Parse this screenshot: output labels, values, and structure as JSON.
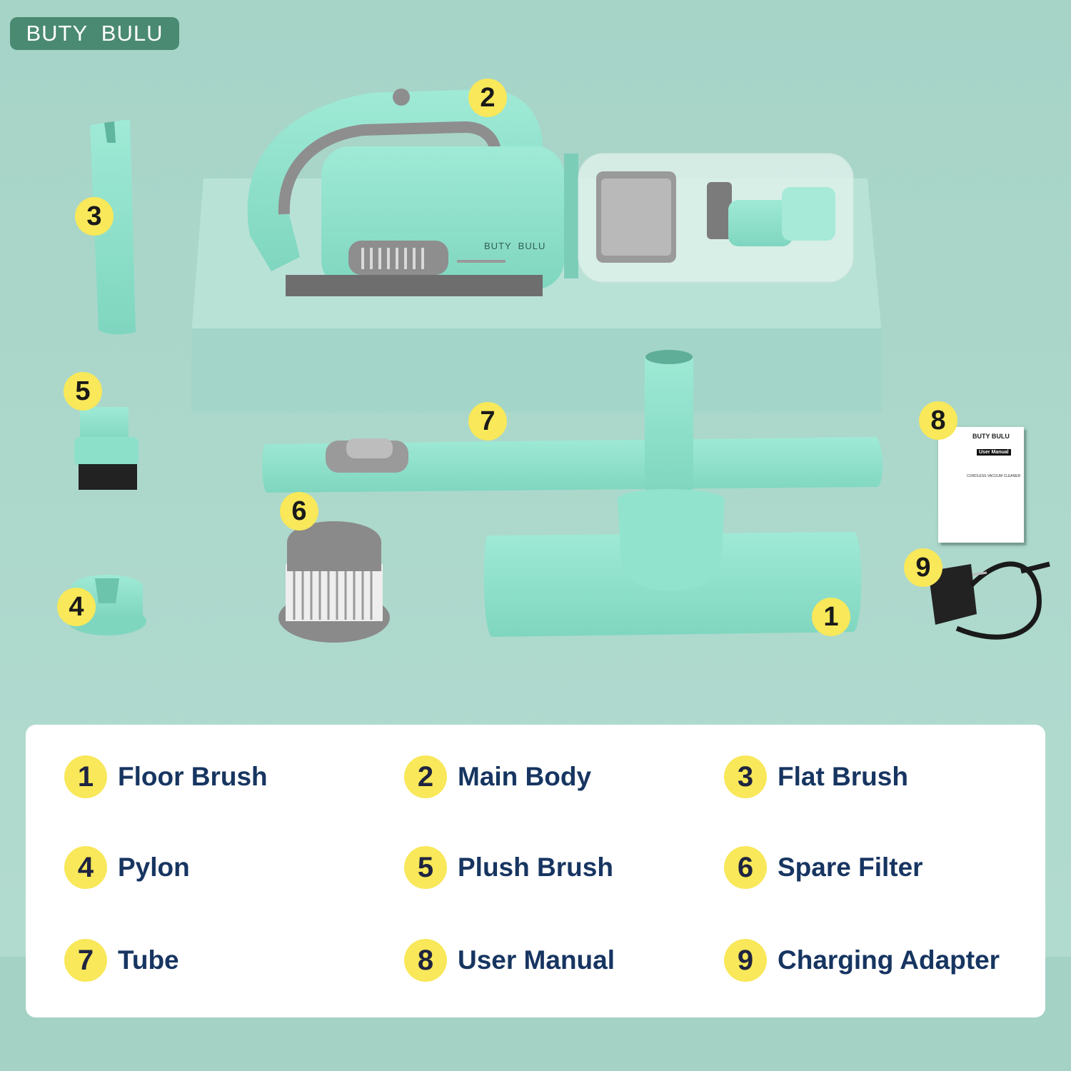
{
  "brand": "BUTY  BULU",
  "body_brand": "BUTY  BULU",
  "manual": {
    "brand": "BUTY BULU",
    "title": "User Manual",
    "subtitle": "CORDLESS VACUUM CLEANER"
  },
  "callouts": [
    "1",
    "2",
    "3",
    "4",
    "5",
    "6",
    "7",
    "8",
    "9"
  ],
  "legend": [
    {
      "num": "1",
      "label": "Floor Brush"
    },
    {
      "num": "2",
      "label": "Main Body"
    },
    {
      "num": "3",
      "label": "Flat Brush"
    },
    {
      "num": "4",
      "label": "Pylon"
    },
    {
      "num": "5",
      "label": "Plush Brush"
    },
    {
      "num": "6",
      "label": "Spare Filter"
    },
    {
      "num": "7",
      "label": "Tube"
    },
    {
      "num": "8",
      "label": "User Manual"
    },
    {
      "num": "9",
      "label": "Charging Adapter"
    }
  ],
  "colors": {
    "background": "#a9d5c9",
    "product_mint": "#8fe0cb",
    "accent_gray": "#8c8c8c",
    "badge_yellow": "#f8e85a",
    "legend_text": "#173561"
  }
}
